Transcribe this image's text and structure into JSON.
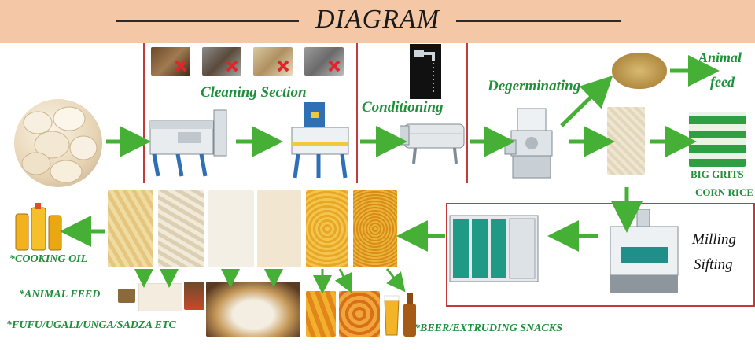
{
  "header": {
    "title": "DIAGRAM"
  },
  "sections": {
    "cleaning": "Cleaning Section",
    "conditioning": "Conditioning",
    "degerminating": "Degerminating",
    "animal_feed_top": [
      "Animal",
      "feed"
    ],
    "big_grits": [
      "BIG GRITS",
      "CORN RICE"
    ],
    "milling_sifting": [
      "Milling",
      "Sifting"
    ]
  },
  "products": {
    "cooking_oil": "*COOKING OIL",
    "animal_feed": "*ANIMAL FEED",
    "fufu": "*FUFU/UGALI/UNGA/SADZA ETC",
    "beer": "*BEER/EXTRUDING SNACKS"
  },
  "colors": {
    "header_bg": "#f4c8a6",
    "label_green": "#1f8f3a",
    "arrow_green": "#45b035",
    "frame_red": "#c23b3b"
  }
}
